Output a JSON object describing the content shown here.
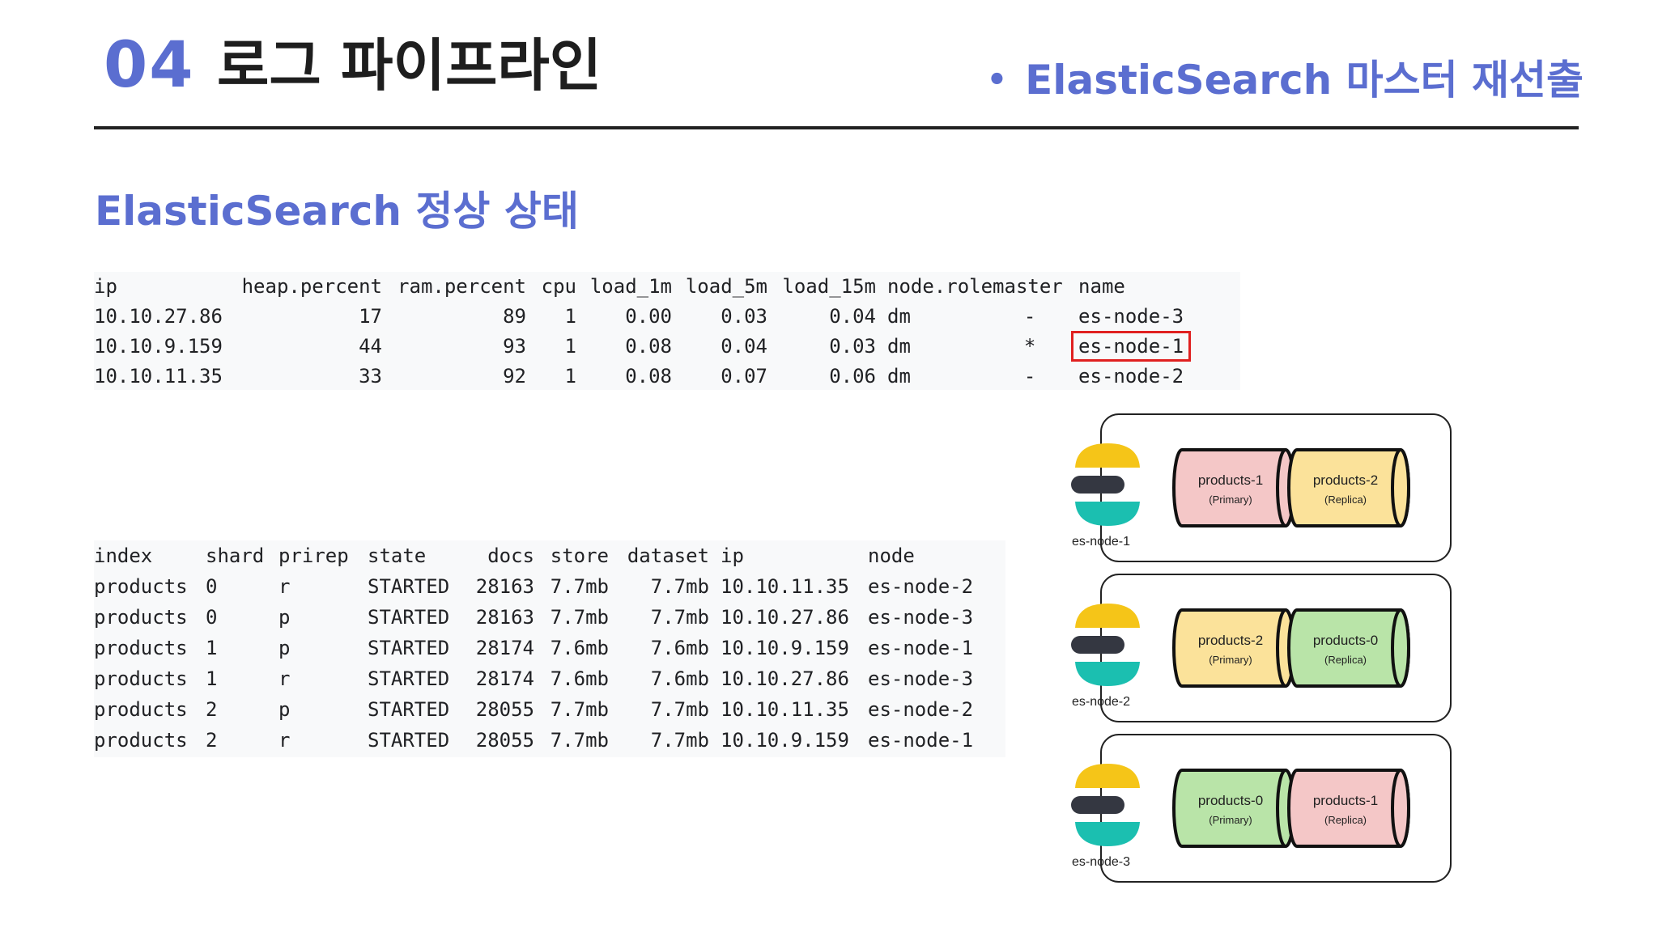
{
  "header": {
    "section_number": "04",
    "section_title": "로그 파이프라인",
    "subtitle_bullet": "•",
    "subtitle": "ElasticSearch 마스터 재선출"
  },
  "section_heading": "ElasticSearch 정상 상태",
  "nodes_table": {
    "columns": [
      "ip",
      "heap.percent",
      "ram.percent",
      "cpu",
      "load_1m",
      "load_5m",
      "load_15m",
      "node.role",
      "master",
      "name"
    ],
    "rows": [
      [
        "10.10.27.86",
        "17",
        "89",
        "1",
        "0.00",
        "0.03",
        "0.04",
        "dm",
        "-",
        "es-node-3"
      ],
      [
        "10.10.9.159",
        "44",
        "93",
        "1",
        "0.08",
        "0.04",
        "0.03",
        "dm",
        "*",
        "es-node-1"
      ],
      [
        "10.10.11.35",
        "33",
        "92",
        "1",
        "0.08",
        "0.07",
        "0.06",
        "dm",
        "-",
        "es-node-2"
      ]
    ],
    "highlight_color": "#e02020"
  },
  "shards_table": {
    "columns": [
      "index",
      "shard",
      "prirep",
      "state",
      "docs",
      "store",
      "dataset",
      "ip",
      "node"
    ],
    "rows": [
      [
        "products",
        "0",
        "r",
        "STARTED",
        "28163",
        "7.7mb",
        "7.7mb",
        "10.10.11.35",
        "es-node-2"
      ],
      [
        "products",
        "0",
        "p",
        "STARTED",
        "28163",
        "7.7mb",
        "7.7mb",
        "10.10.27.86",
        "es-node-3"
      ],
      [
        "products",
        "1",
        "p",
        "STARTED",
        "28174",
        "7.6mb",
        "7.6mb",
        "10.10.9.159",
        "es-node-1"
      ],
      [
        "products",
        "1",
        "r",
        "STARTED",
        "28174",
        "7.6mb",
        "7.6mb",
        "10.10.27.86",
        "es-node-3"
      ],
      [
        "products",
        "2",
        "p",
        "STARTED",
        "28055",
        "7.7mb",
        "7.7mb",
        "10.10.11.35",
        "es-node-2"
      ],
      [
        "products",
        "2",
        "r",
        "STARTED",
        "28055",
        "7.7mb",
        "7.7mb",
        "10.10.9.159",
        "es-node-1"
      ]
    ]
  },
  "diagram": {
    "nodes": [
      {
        "label": "es-node-1",
        "shards": [
          {
            "name": "products-1",
            "role": "(Primary)",
            "color": "#f4c7c7"
          },
          {
            "name": "products-2",
            "role": "(Replica)",
            "color": "#fbe29a"
          }
        ]
      },
      {
        "label": "es-node-2",
        "shards": [
          {
            "name": "products-2",
            "role": "(Primary)",
            "color": "#fbe29a"
          },
          {
            "name": "products-0",
            "role": "(Replica)",
            "color": "#b9e4a8"
          }
        ]
      },
      {
        "label": "es-node-3",
        "shards": [
          {
            "name": "products-0",
            "role": "(Primary)",
            "color": "#b9e4a8"
          },
          {
            "name": "products-1",
            "role": "(Replica)",
            "color": "#f4c7c7"
          }
        ]
      }
    ],
    "logo_icon": "elasticsearch-logo-icon",
    "colors": {
      "logo_yellow": "#f5c518",
      "logo_dark": "#343741",
      "logo_teal": "#1bbfb0"
    }
  },
  "colors": {
    "accent": "#5b6ed0",
    "title": "#1e1e1e",
    "terminal_bg": "#f8f9fa"
  }
}
